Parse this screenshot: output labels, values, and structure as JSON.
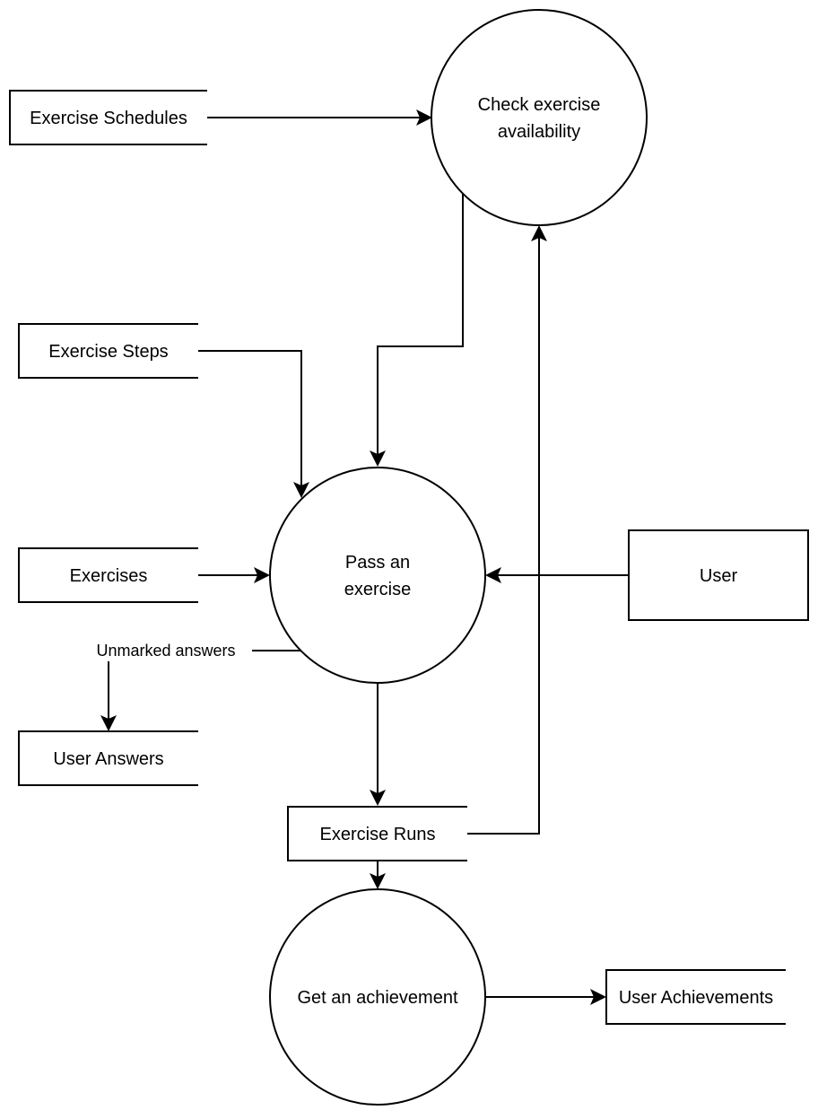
{
  "processes": {
    "check_availability": {
      "line1": "Check exercise",
      "line2": "availability"
    },
    "pass_exercise": {
      "line1": "Pass an",
      "line2": "exercise"
    },
    "get_achievement": {
      "label": "Get an achievement"
    }
  },
  "data_stores": {
    "exercise_schedules": "Exercise Schedules",
    "exercise_steps": "Exercise Steps",
    "exercises": "Exercises",
    "user_answers": "User Answers",
    "exercise_runs": "Exercise Runs",
    "user_achievements": "User Achievements"
  },
  "external_entities": {
    "user": "User"
  },
  "flow_labels": {
    "unmarked_answers": "Unmarked answers"
  },
  "colors": {
    "stroke": "#000000",
    "fill": "#ffffff"
  }
}
